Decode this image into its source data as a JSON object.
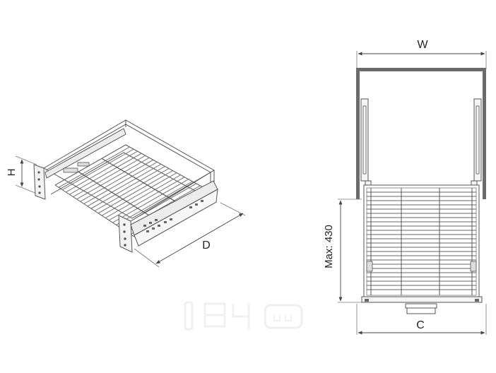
{
  "labels": {
    "height": "H",
    "depth": "D",
    "width": "W",
    "clearance": "C",
    "max_depth": "Max: 430"
  },
  "colors": {
    "line": "#555555",
    "cabinet_wall": "#6b6b6b",
    "watermark": "#eeeeee"
  },
  "icons": {
    "watermark": "brand-watermark-logo"
  }
}
